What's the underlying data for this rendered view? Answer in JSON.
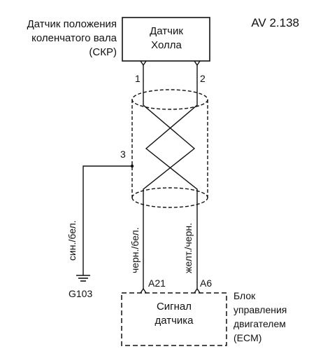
{
  "figure_id": "AV 2.138",
  "ckp_sensor": {
    "caption": [
      "Датчик положения",
      "коленчатого вала",
      "(СКР)"
    ],
    "box_label": [
      "Датчик",
      "Холла"
    ],
    "pin_1": "1",
    "pin_2": "2"
  },
  "shield": {
    "ground_pin": "3"
  },
  "wires": {
    "shield_wire_color": "син./бел.",
    "wire_1_color": "черн./бел.",
    "wire_2_color": "желт./черн."
  },
  "ground": {
    "label": "G103"
  },
  "ecm": {
    "pin_a21": "A21",
    "pin_a6": "A6",
    "box_label": [
      "Сигнал",
      "датчика"
    ],
    "caption": [
      "Блок",
      "управления",
      "двигателем",
      "(ECM)"
    ]
  },
  "colors": {
    "line": "#111111",
    "background": "#ffffff"
  }
}
